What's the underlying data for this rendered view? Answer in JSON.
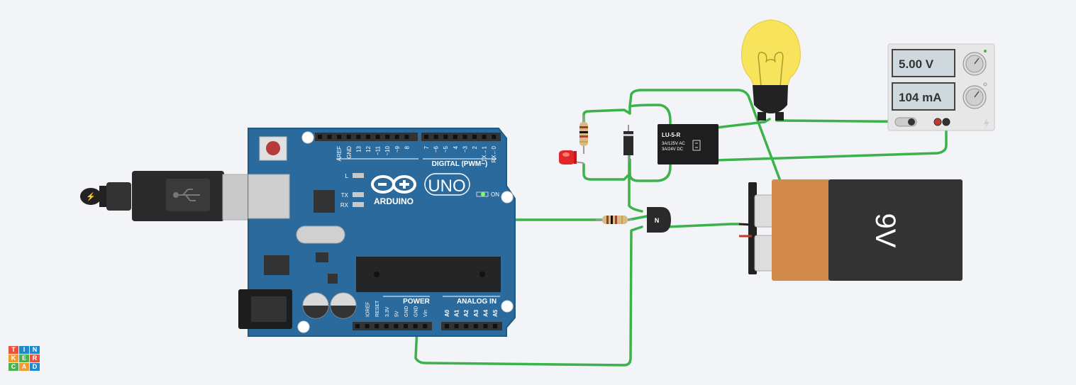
{
  "arduino": {
    "brand": "ARDUINO",
    "model": "UNO",
    "digital_header_label": "DIGITAL (PWM~)",
    "power_label": "POWER",
    "analog_label": "ANALOG IN",
    "on_label": "ON",
    "led_labels": [
      "L",
      "TX",
      "RX"
    ],
    "top_pins": [
      "AREF",
      "GND",
      "13",
      "12",
      "~11",
      "~10",
      "~9",
      "8",
      "7",
      "~6",
      "~5",
      "4",
      "~3",
      "2",
      "TX→1",
      "RX←0"
    ],
    "power_pins": [
      "IOREF",
      "RESET",
      "3.3V",
      "5V",
      "GND",
      "GND",
      "Vin"
    ],
    "analog_pins": [
      "A0",
      "A1",
      "A2",
      "A3",
      "A4",
      "A5"
    ]
  },
  "relay": {
    "model": "LU-5-R",
    "rating_line1": "3A/125V AC",
    "rating_line2": "3A/24V  DC"
  },
  "transistor": {
    "label": "N"
  },
  "power_supply": {
    "voltage": "5.00 V",
    "current": "104 mA"
  },
  "battery": {
    "label": "9V"
  },
  "logo": {
    "letters": [
      "T",
      "I",
      "N",
      "K",
      "E",
      "R",
      "C",
      "A",
      "D"
    ]
  },
  "colors": {
    "board": "#2b6a9c",
    "wire": "#3bb34a",
    "battery_copper": "#d28a4b",
    "battery_black": "#333333",
    "bulb": "#f7e35c",
    "logo": [
      "#e8523f",
      "#1f8acb",
      "#1f8acb",
      "#f09a30",
      "#4caf50",
      "#e8523f",
      "#4caf50",
      "#f09a30",
      "#1f8acb"
    ]
  }
}
